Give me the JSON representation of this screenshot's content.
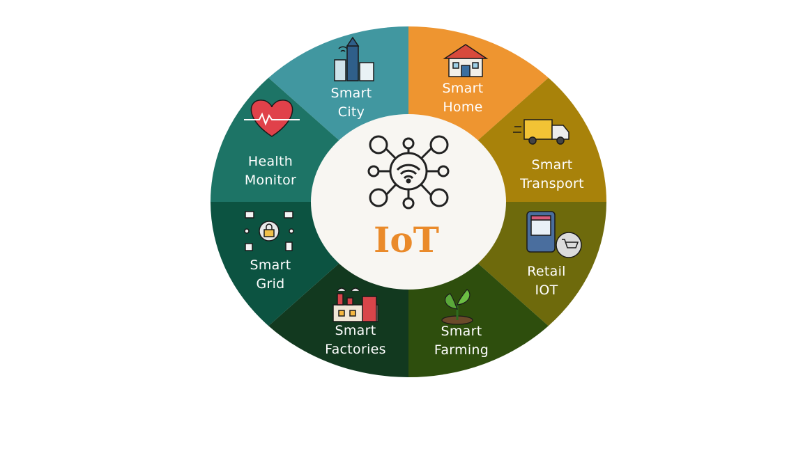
{
  "center": {
    "title": "IoT",
    "title_color": "#ea8a2a",
    "icon": "network-wifi-hub-icon",
    "bg_color": "#f8f6f2"
  },
  "segments": [
    {
      "key": "smart-city",
      "line1": "Smart",
      "line2": "City",
      "color": "#4197a0",
      "icon": "city-buildings-wifi-icon"
    },
    {
      "key": "smart-home",
      "line1": "Smart",
      "line2": "Home",
      "color": "#ee9530",
      "icon": "house-icon"
    },
    {
      "key": "smart-transport",
      "line1": "Smart",
      "line2": "Transport",
      "color": "#a8820a",
      "icon": "delivery-truck-icon"
    },
    {
      "key": "retail-iot",
      "line1": "Retail",
      "line2": "IOT",
      "color": "#6e6a0c",
      "icon": "shop-cart-icon"
    },
    {
      "key": "smart-farming",
      "line1": "Smart",
      "line2": "Farming",
      "color": "#2e4e0d",
      "icon": "sprout-icon"
    },
    {
      "key": "smart-factories",
      "line1": "Smart",
      "line2": "Factories",
      "color": "#12391f",
      "icon": "factory-icon"
    },
    {
      "key": "smart-grid",
      "line1": "Smart",
      "line2": "Grid",
      "color": "#0c5341",
      "icon": "secure-grid-lock-icon"
    },
    {
      "key": "health-monitor",
      "line1": "Health",
      "line2": "Monitor",
      "color": "#1d7466",
      "icon": "heart-pulse-icon"
    }
  ]
}
